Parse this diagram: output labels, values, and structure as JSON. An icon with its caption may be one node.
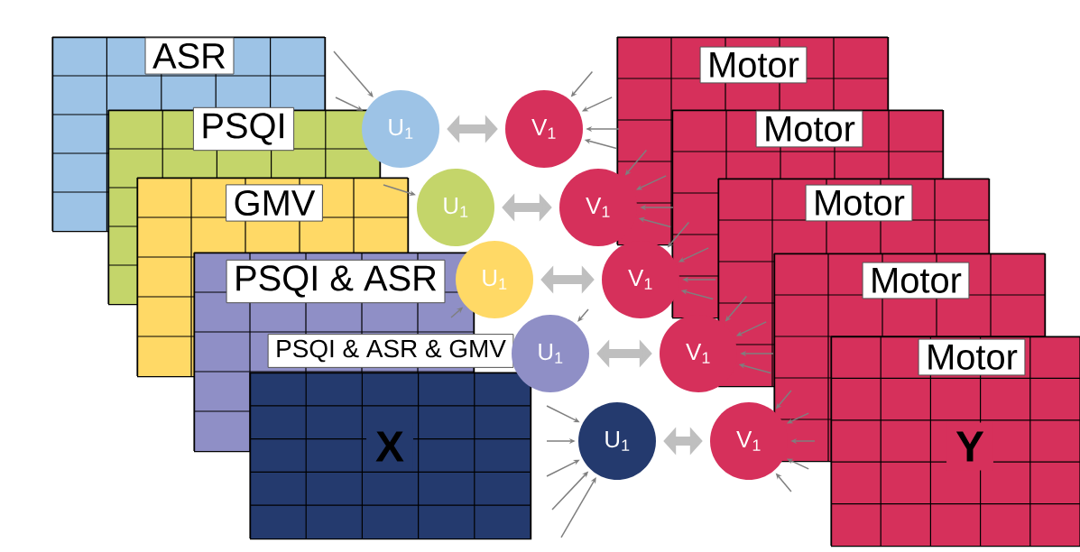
{
  "diagram": {
    "nodes": [
      {
        "text": [
          "ASR"
        ]
      },
      {
        "text": [
          "PSQI"
        ]
      },
      {
        "text": [
          "GMV"
        ]
      },
      {
        "text": [
          "PSQI & ASR"
        ]
      },
      {
        "text": [
          "PSQI & ASR & GMV",
          "X"
        ]
      },
      {
        "text": [
          "U$_{1}$"
        ]
      },
      {
        "text": [
          "U$_{1}$"
        ]
      },
      {
        "text": [
          "U$_{1}$"
        ]
      },
      {
        "text": [
          "U$_{1}$"
        ]
      },
      {
        "text": [
          "U$_{1}$"
        ]
      },
      {
        "text": [
          "V$_{1}$"
        ]
      },
      {
        "text": [
          "V$_{1}$"
        ]
      },
      {
        "text": [
          "V$_{1}$"
        ]
      },
      {
        "text": [
          "V$_{1}$"
        ]
      },
      {
        "text": [
          "V$_{1}$"
        ]
      },
      {
        "text": [
          "Motor"
        ]
      },
      {
        "text": [
          "Motor"
        ]
      },
      {
        "text": [
          "Motor"
        ]
      },
      {
        "text": [
          "Motor"
        ]
      },
      {
        "text": [
          "Motor",
          "Y"
        ]
      }
    ],
    "edges": [
      {
        "from": 5,
        "to": 10,
        "arrow": "both",
        "style": "thick",
        "color": "#bfbfbf"
      },
      {
        "from": 6,
        "to": 11,
        "arrow": "both",
        "style": "thick",
        "color": "#bfbfbf"
      },
      {
        "from": 7,
        "to": 12,
        "arrow": "both",
        "style": "thick",
        "color": "#bfbfbf"
      },
      {
        "from": 8,
        "to": 13,
        "arrow": "both",
        "style": "thick",
        "color": "#bfbfbf"
      },
      {
        "from": 9,
        "to": 14,
        "arrow": "both",
        "style": "thick",
        "color": "#bfbfbf"
      },
      {
        "from": null,
        "to": 5,
        "arrow": "to"
      },
      {
        "from": null,
        "to": 5,
        "arrow": "to"
      },
      {
        "from": null,
        "to": 6,
        "arrow": "to"
      },
      {
        "from": null,
        "to": 7,
        "arrow": "to"
      },
      {
        "from": null,
        "to": 8,
        "arrow": "to"
      },
      {
        "from": null,
        "to": 9,
        "arrow": "to"
      },
      {
        "from": null,
        "to": 9,
        "arrow": "to"
      },
      {
        "from": null,
        "to": 9,
        "arrow": "to"
      },
      {
        "from": null,
        "to": 9,
        "arrow": "to"
      },
      {
        "from": null,
        "to": 9,
        "arrow": "to"
      },
      {
        "from": null,
        "to": 10,
        "arrow": "to"
      },
      {
        "from": null,
        "to": 10,
        "arrow": "to"
      },
      {
        "from": null,
        "to": 10,
        "arrow": "to"
      },
      {
        "from": null,
        "to": 10,
        "arrow": "to"
      },
      {
        "from": null,
        "to": 11,
        "arrow": "to"
      },
      {
        "from": null,
        "to": 11,
        "arrow": "to"
      },
      {
        "from": null,
        "to": 11,
        "arrow": "to"
      },
      {
        "from": null,
        "to": 11,
        "arrow": "to"
      },
      {
        "from": null,
        "to": 12,
        "arrow": "to"
      },
      {
        "from": null,
        "to": 12,
        "arrow": "to"
      },
      {
        "from": null,
        "to": 12,
        "arrow": "to"
      },
      {
        "from": null,
        "to": 12,
        "arrow": "to"
      },
      {
        "from": null,
        "to": 13,
        "arrow": "to"
      },
      {
        "from": null,
        "to": 13,
        "arrow": "to"
      },
      {
        "from": null,
        "to": 13,
        "arrow": "to"
      },
      {
        "from": null,
        "to": 13,
        "arrow": "to"
      },
      {
        "from": null,
        "to": 14,
        "arrow": "to"
      },
      {
        "from": null,
        "to": 14,
        "arrow": "to"
      },
      {
        "from": null,
        "to": 14,
        "arrow": "to"
      },
      {
        "from": null,
        "to": 14,
        "arrow": "to"
      },
      {
        "from": null,
        "to": 14,
        "arrow": "to"
      }
    ]
  }
}
